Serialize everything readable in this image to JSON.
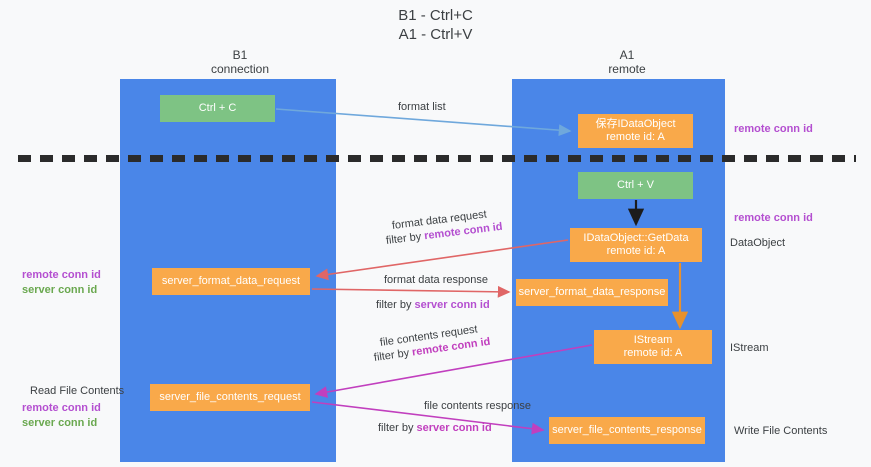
{
  "title": {
    "line1": "B1 - Ctrl+C",
    "line2": "A1 - Ctrl+V"
  },
  "lanes": [
    {
      "id": "b1",
      "name": "B1",
      "role": "connection",
      "color": "#4a86e8"
    },
    {
      "id": "a1",
      "name": "A1",
      "role": "remote",
      "color": "#4a86e8"
    }
  ],
  "nodes": {
    "ctrl_c": {
      "label": "Ctrl + C",
      "color": "#7ec384"
    },
    "idataobject": {
      "line1": "保存IDataObject",
      "line2": "remote id: A",
      "color": "#f9a94a"
    },
    "ctrl_v": {
      "label": "Ctrl + V",
      "color": "#7ec384"
    },
    "getdata": {
      "line1": "IDataObject::GetData",
      "line2": "remote id: A",
      "color": "#f9a94a"
    },
    "format_data_request": {
      "label": "server_format_data_request",
      "color": "#f9a94a"
    },
    "format_data_response": {
      "label": "server_format_data_response",
      "color": "#f9a94a"
    },
    "istream": {
      "line1": "IStream",
      "line2": "remote id: A",
      "color": "#f9a94a"
    },
    "file_contents_request": {
      "label": "server_file_contents_request",
      "color": "#f9a94a"
    },
    "file_contents_response": {
      "label": "server_file_contents_response",
      "color": "#f9a94a"
    }
  },
  "arrow_labels": {
    "format_list": "format list",
    "format_data_request": "format data request",
    "format_data_request_filter_prefix": "filter by ",
    "format_data_request_filter_key": "remote conn id",
    "format_data_response": "format data response",
    "format_data_response_filter_prefix": "filter by ",
    "format_data_response_filter_key": "server conn id",
    "file_contents_request": "file contents request",
    "file_contents_request_filter_prefix": "filter by ",
    "file_contents_request_filter_key": "remote conn id",
    "file_contents_response": "file contents response",
    "file_contents_response_filter_prefix": "filter by ",
    "file_contents_response_filter_key": "server conn id"
  },
  "annotations": {
    "right_remote_conn_id_top": "remote conn id",
    "right_remote_conn_id_mid": "remote conn id",
    "right_dataobject": "DataObject",
    "right_istream": "IStream",
    "right_write_file_contents": "Write File Contents",
    "left_remote_conn_id_1": "remote conn id",
    "left_server_conn_id_1": "server conn id",
    "left_read_file_contents": "Read File Contents",
    "left_remote_conn_id_2": "remote conn id",
    "left_server_conn_id_2": "server conn id"
  },
  "colors": {
    "lane": "#4a86e8",
    "green_box": "#7ec384",
    "orange_box": "#f9a94a",
    "purple_text": "#b44fd0",
    "green_text": "#6aa84f",
    "red_arrow": "#e06666",
    "magenta_arrow": "#c13fbe",
    "blue_arrow": "#6fa8dc",
    "dark_arrow": "#1c1c1c",
    "background": "#f8f9fa"
  }
}
